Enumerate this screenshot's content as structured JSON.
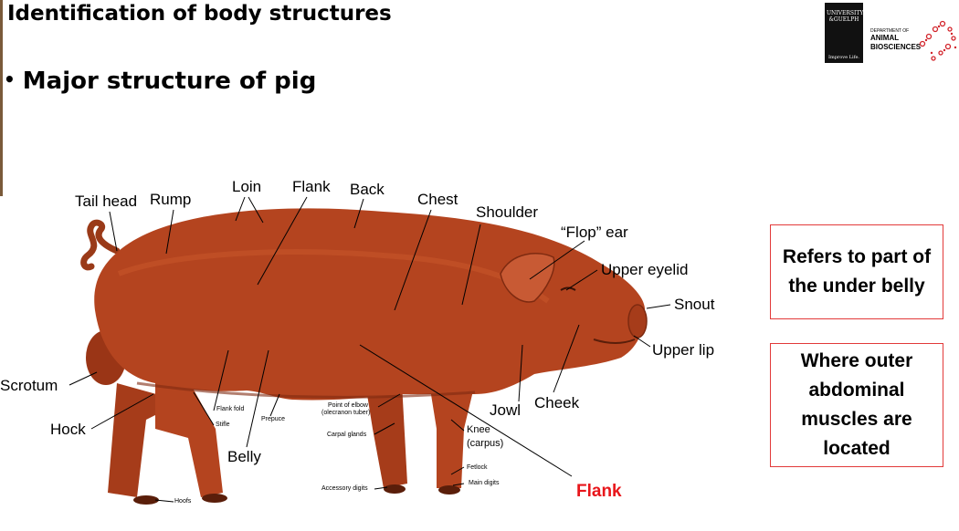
{
  "slide": {
    "title": "Identification of body structures",
    "bullet": "Major structure of pig"
  },
  "logo": {
    "university": "UNIVERSITY &GUELPH",
    "tagline": "Improve Life.",
    "dept_line1": "DEPARTMENT OF",
    "dept_line2": "ANIMAL",
    "dept_line3": "BIOSCIENCES"
  },
  "labels": {
    "tail_head": "Tail head",
    "rump": "Rump",
    "loin": "Loin",
    "flank": "Flank",
    "back": "Back",
    "chest": "Chest",
    "shoulder": "Shoulder",
    "flop_ear": "“Flop” ear",
    "upper_eyelid": "Upper eyelid",
    "snout": "Snout",
    "upper_lip": "Upper lip",
    "scrotum": "Scrotum",
    "hock": "Hock",
    "belly": "Belly",
    "jowl": "Jowl",
    "cheek": "Cheek",
    "knee": "Knee",
    "carpus": "(carpus)",
    "flank_highlight": "Flank"
  },
  "small_labels": {
    "flank_fold": "Flank fold",
    "stifle": "Stifle",
    "prepuce": "Prepuce",
    "point_of_elbow": "Point of elbow",
    "olecranon": "(olecranon tuber)",
    "carpal_glands": "Carpal glands",
    "fetlock": "Fetlock",
    "main_digits": "Main digits",
    "accessory_digits": "Accessory digits",
    "hoofs": "Hoofs"
  },
  "boxes": {
    "box1": "Refers to part of the under belly",
    "box2": "Where outer abdominal muscles are located"
  },
  "colors": {
    "pig_body": "#b4441f",
    "pig_dark": "#7e2a10",
    "box_border": "#e23a3a",
    "highlight": "#e8161b"
  }
}
